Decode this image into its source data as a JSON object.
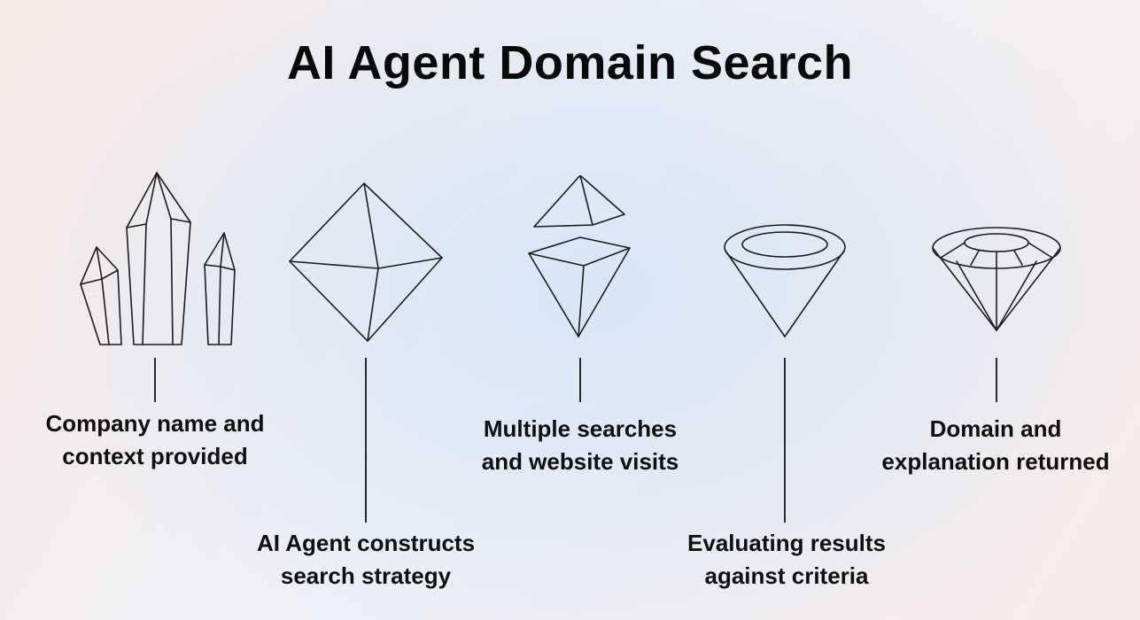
{
  "title": "AI Agent Domain Search",
  "stages": [
    {
      "icon": "crystal-cluster-icon",
      "label_line1": "Company name and",
      "label_line2": "context provided"
    },
    {
      "icon": "rough-octahedron-icon",
      "label_line1": "AI Agent constructs",
      "label_line2": "search strategy"
    },
    {
      "icon": "cleaved-octahedron-icon",
      "label_line1": "Multiple searches",
      "label_line2": "and website visits"
    },
    {
      "icon": "cut-cone-icon",
      "label_line1": "Evaluating results",
      "label_line2": "against criteria"
    },
    {
      "icon": "polished-diamond-icon",
      "label_line1": "Domain and",
      "label_line2": "explanation returned"
    }
  ],
  "colors": {
    "line": "#1c1c1c",
    "text": "#0f0f0f",
    "bg_center": "#d8e6f6",
    "bg_edge": "#f7e9e6"
  }
}
